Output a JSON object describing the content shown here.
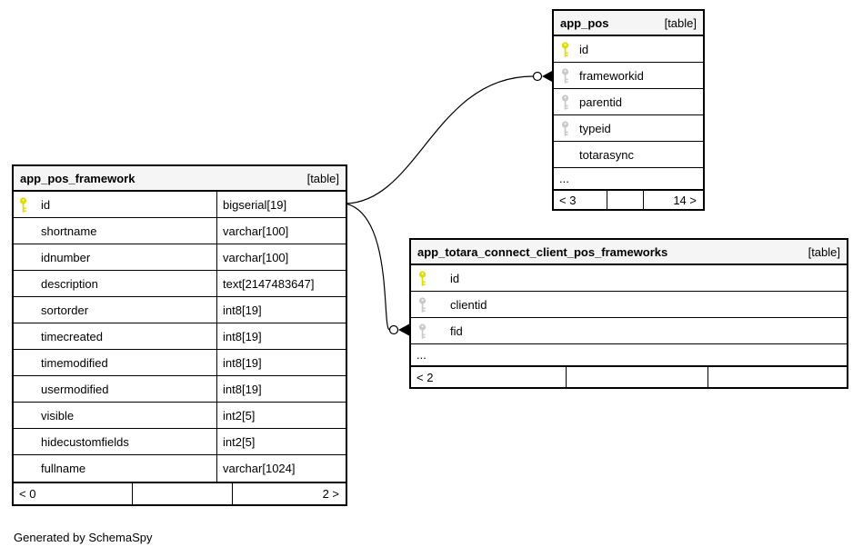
{
  "diagram": {
    "credit": "Generated by SchemaSpy"
  },
  "colors": {
    "primary_key": "#dddd00",
    "foreign_key": "#c9c9c9",
    "header_bg": "#f5f5f5",
    "border": "#000000",
    "line": "#000000",
    "background": "#ffffff"
  },
  "tables": [
    {
      "name": "app_pos_framework",
      "badge": "[table]",
      "rows": [
        {
          "name": "id",
          "type": "bigserial[19]",
          "icon": "primary-key"
        },
        {
          "name": "shortname",
          "type": "varchar[100]",
          "icon": "none"
        },
        {
          "name": "idnumber",
          "type": "varchar[100]",
          "icon": "none"
        },
        {
          "name": "description",
          "type": "text[2147483647]",
          "icon": "none"
        },
        {
          "name": "sortorder",
          "type": "int8[19]",
          "icon": "none"
        },
        {
          "name": "timecreated",
          "type": "int8[19]",
          "icon": "none"
        },
        {
          "name": "timemodified",
          "type": "int8[19]",
          "icon": "none"
        },
        {
          "name": "usermodified",
          "type": "int8[19]",
          "icon": "none"
        },
        {
          "name": "visible",
          "type": "int2[5]",
          "icon": "none"
        },
        {
          "name": "hidecustomfields",
          "type": "int2[5]",
          "icon": "none"
        },
        {
          "name": "fullname",
          "type": "varchar[1024]",
          "icon": "none"
        }
      ],
      "footer": {
        "left": "< 0",
        "middle": "",
        "right": "2 >"
      }
    },
    {
      "name": "app_pos",
      "badge": "[table]",
      "rows": [
        {
          "name": "id",
          "icon": "primary-key"
        },
        {
          "name": "frameworkid",
          "icon": "foreign-key"
        },
        {
          "name": "parentid",
          "icon": "foreign-key"
        },
        {
          "name": "typeid",
          "icon": "foreign-key"
        },
        {
          "name": "totarasync",
          "icon": "none"
        }
      ],
      "ellipsis": "...",
      "footer": {
        "left": "< 3",
        "middle": "",
        "right": "14 >"
      }
    },
    {
      "name": "app_totara_connect_client_pos_frameworks",
      "badge": "[table]",
      "rows": [
        {
          "name": "id",
          "icon": "primary-key"
        },
        {
          "name": "clientid",
          "icon": "foreign-key"
        },
        {
          "name": "fid",
          "icon": "foreign-key"
        }
      ],
      "ellipsis": "...",
      "footer": {
        "left": "< 2",
        "middle": "",
        "right": ""
      }
    }
  ],
  "relationships": [
    {
      "from": "app_pos_framework.id",
      "to": "app_pos.frameworkid"
    },
    {
      "from": "app_pos_framework.id",
      "to": "app_totara_connect_client_pos_frameworks.fid"
    }
  ]
}
